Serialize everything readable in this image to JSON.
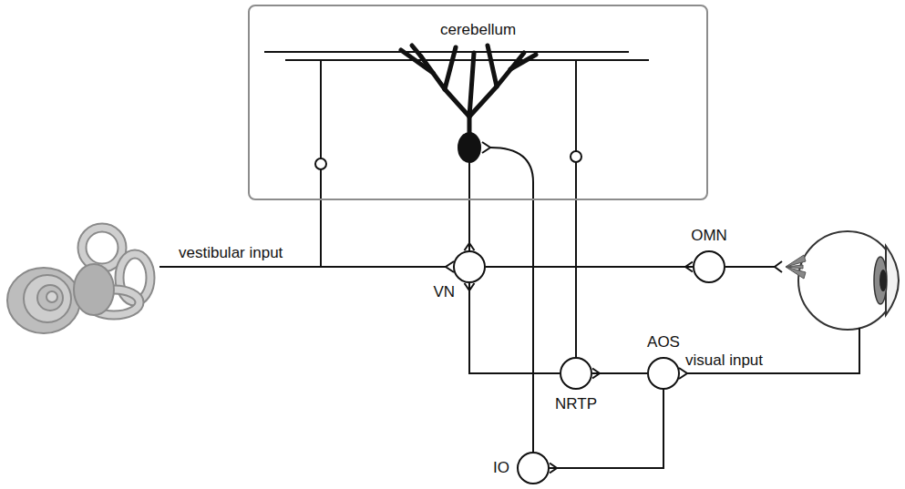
{
  "diagram": {
    "nodes": [
      {
        "text": [
          "cerebellum"
        ]
      },
      {
        "text": [
          "OMN"
        ]
      },
      {
        "text": [
          "VN"
        ]
      },
      {
        "text": [
          "AOS"
        ]
      },
      {
        "text": [
          "NRTP"
        ]
      },
      {
        "text": [
          "IO"
        ]
      }
    ],
    "edges": [
      {
        "from": 0,
        "to": 2,
        "arrow": "to"
      },
      {
        "from": 2,
        "to": 1,
        "arrow": "to"
      },
      {
        "from": 4,
        "to": 2,
        "arrow": "to"
      },
      {
        "from": 3,
        "to": 4,
        "arrow": "to"
      },
      {
        "from": 3,
        "to": 5,
        "arrow": "to"
      },
      {
        "from": 5,
        "to": 0,
        "arrow": "none"
      },
      {
        "from": 4,
        "to": 0,
        "arrow": "none"
      }
    ],
    "labels": [
      "vestibular input",
      "visual input"
    ]
  }
}
